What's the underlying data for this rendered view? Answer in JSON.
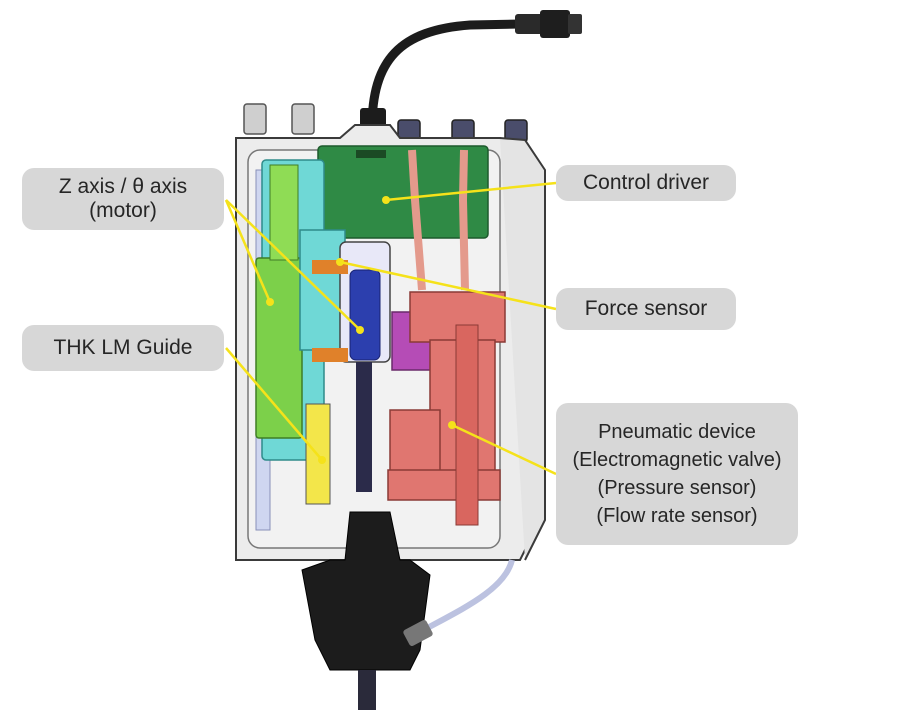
{
  "callouts": {
    "z_axis": {
      "line1": "Z axis / θ axis",
      "line2": "(motor)"
    },
    "lm_guide": {
      "text": "THK LM Guide"
    },
    "control_driver": {
      "text": "Control driver"
    },
    "force_sensor": {
      "text": "Force sensor"
    },
    "pneumatic": {
      "line1": "Pneumatic device",
      "line2": "(Electromagnetic valve)",
      "line3": "(Pressure sensor)",
      "line4": "(Flow rate sensor)"
    }
  },
  "colors": {
    "housing": "#ececec",
    "outline": "#3a3a3a",
    "leader_line": "#f5e21a",
    "label_bg": "#d7d7d7",
    "pcb_green": "#2f8a45",
    "motor_green": "#7cd04a",
    "bracket_cyan": "#6fd8d6",
    "motor_blue": "#2c3fae",
    "magenta_block": "#b54cb6",
    "pneumatic_red": "#e07670",
    "tube_pink": "#e49a8c",
    "connector_black": "#1c1c1c"
  },
  "icons": {
    "cable_connector": "cable-connector-icon",
    "fitting": "pneumatic-fitting-icon"
  }
}
